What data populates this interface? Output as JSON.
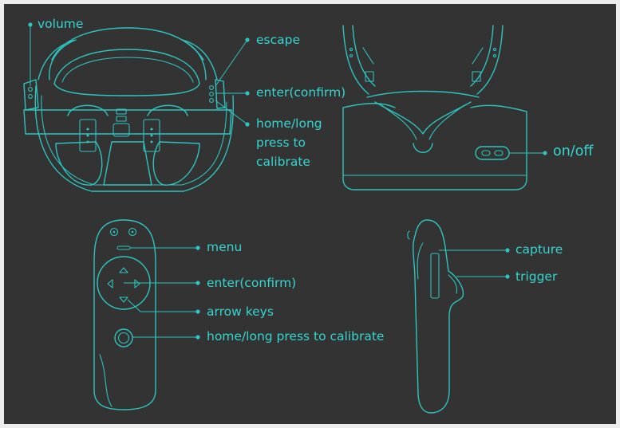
{
  "colors": {
    "background": "#333333",
    "frame": "#ececec",
    "line": "#2ec4bf",
    "text": "#35d6d0"
  },
  "headset_front": {
    "volume_label": "volume",
    "escape_label": "escape",
    "enter_label": "enter(confirm)",
    "home_label_line1": "home/long",
    "home_label_line2": "press to",
    "home_label_line3": "calibrate"
  },
  "headset_side": {
    "power_label": "on/off"
  },
  "controller_front": {
    "menu_label": "menu",
    "enter_label": "enter(confirm)",
    "arrow_label": "arrow keys",
    "home_label": "home/long press to calibrate"
  },
  "controller_side": {
    "capture_label": "capture",
    "trigger_label": "trigger"
  }
}
